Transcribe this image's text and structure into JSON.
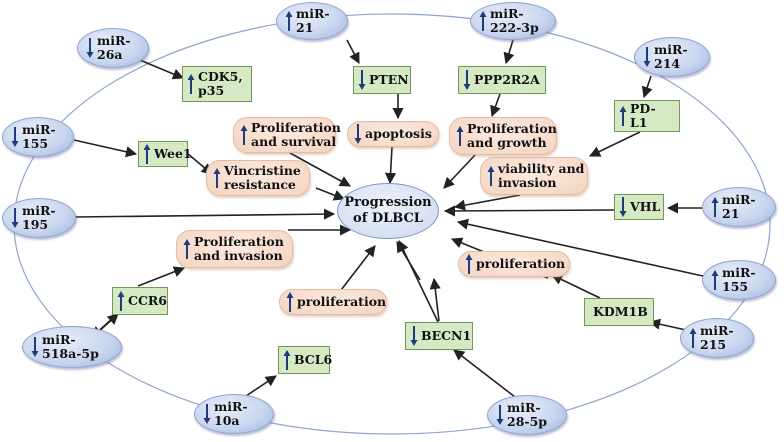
{
  "center": {
    "label": "Progression\nof DLBCL"
  },
  "mirnas": [
    {
      "id": "mir-21-top",
      "label": "miR-\n21",
      "direction": "up"
    },
    {
      "id": "mir-222-3p",
      "label": "miR-\n222-3p",
      "direction": "up"
    },
    {
      "id": "mir-26a",
      "label": "miR-\n26a",
      "direction": "down"
    },
    {
      "id": "mir-214",
      "label": "miR-\n214",
      "direction": "down"
    },
    {
      "id": "mir-155-left",
      "label": "miR-\n155",
      "direction": "down"
    },
    {
      "id": "mir-195",
      "label": "miR-\n195",
      "direction": "down"
    },
    {
      "id": "mir-21-right",
      "label": "miR-\n21",
      "direction": "up"
    },
    {
      "id": "mir-155-right",
      "label": "miR-\n155",
      "direction": "up"
    },
    {
      "id": "mir-518a-5p",
      "label": "miR-\n518a-5p",
      "direction": "down"
    },
    {
      "id": "mir-215",
      "label": "miR-\n215",
      "direction": "up"
    },
    {
      "id": "mir-10a",
      "label": "miR-\n10a",
      "direction": "down"
    },
    {
      "id": "mir-28-5p",
      "label": "miR-\n28-5p",
      "direction": "down"
    }
  ],
  "genes": [
    {
      "id": "cdk5-p35",
      "label": "CDK5,\np35",
      "direction": "up"
    },
    {
      "id": "pten",
      "label": "PTEN",
      "direction": "down"
    },
    {
      "id": "ppp2r2a",
      "label": "PPP2R2A",
      "direction": "down"
    },
    {
      "id": "pd-l1",
      "label": "PD-\nL1",
      "direction": "up"
    },
    {
      "id": "wee1",
      "label": "Wee1",
      "direction": "up"
    },
    {
      "id": "vhl",
      "label": "VHL",
      "direction": "down"
    },
    {
      "id": "ccr6",
      "label": "CCR6",
      "direction": "up"
    },
    {
      "id": "kdm1b",
      "label": "KDM1B",
      "direction": "none"
    },
    {
      "id": "becn1",
      "label": "BECN1",
      "direction": "down"
    },
    {
      "id": "bcl6",
      "label": "BCL6",
      "direction": "up"
    }
  ],
  "processes": [
    {
      "id": "proliferation-survival",
      "label": "Proliferation\nand survival",
      "direction": "up"
    },
    {
      "id": "apoptosis",
      "label": "apoptosis",
      "direction": "down"
    },
    {
      "id": "proliferation-growth",
      "label": "Proliferation\nand growth",
      "direction": "up"
    },
    {
      "id": "vincristine-resistance",
      "label": "Vincristine\nresistance",
      "direction": "up"
    },
    {
      "id": "viability-invasion",
      "label": "viability and\ninvasion",
      "direction": "up"
    },
    {
      "id": "proliferation-invasion",
      "label": "Proliferation\nand invasion",
      "direction": "up"
    },
    {
      "id": "proliferation-right",
      "label": "proliferation",
      "direction": "up"
    },
    {
      "id": "proliferation-bottom",
      "label": "proliferation",
      "direction": "up"
    }
  ],
  "colors": {
    "up_arrow": "#1f3b7a",
    "edge": "#222222",
    "outline": "#7f96c6"
  }
}
